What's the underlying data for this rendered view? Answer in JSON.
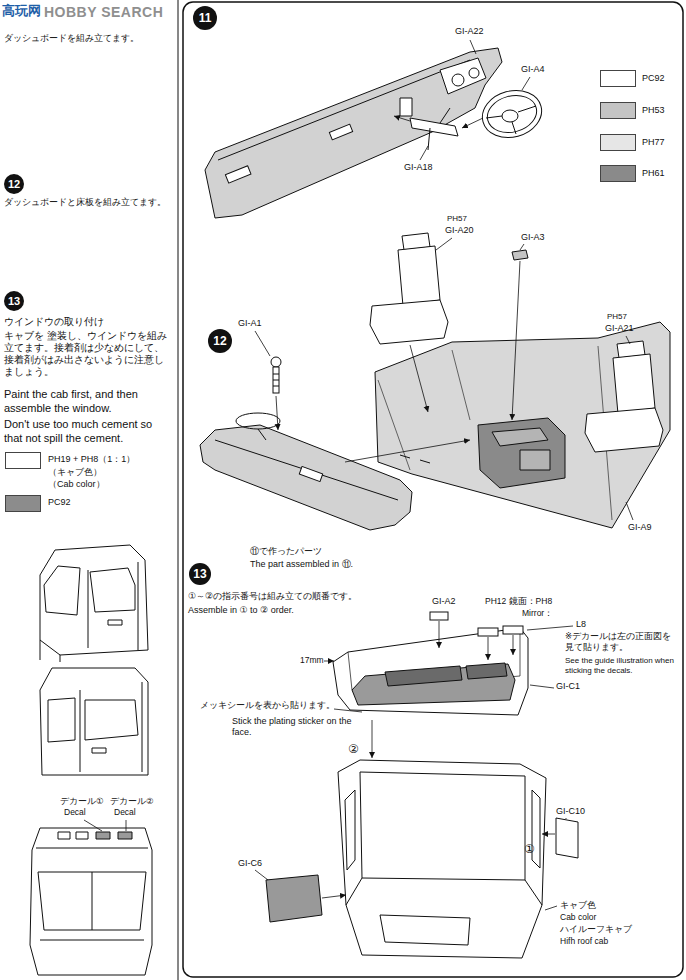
{
  "diagram": {
    "nodes": [
      {
        "text": [
          "12"
        ]
      },
      {
        "text": [
          "13"
        ]
      },
      {
        "text": [
          "11"
        ]
      },
      {
        "text": [
          "12"
        ]
      },
      {
        "text": [
          "13"
        ]
      }
    ],
    "labels": [
      "高玩网",
      "HOBBY SEARCH",
      "ダッシュボードを組み立てます。",
      "ダッシュボードと床板を組み立てます。",
      "ウインドウの取り付け",
      "キャブを 塗装し、ウインドウを組み立てます。接着剤は少なめにして、接着剤がはみ出さないように注意しましょう。",
      "Paint the cab first, and then assemble the window.",
      "Don't use too much cement so that not spill the cement.",
      "（キャブ色）",
      "（Cab color）",
      "デカール①",
      "Decal",
      "デカール②",
      "Decal",
      "GI-A22",
      "GI-A4",
      "GI-A18",
      "PH57",
      "GI-A20",
      "GI-A3",
      "PH57",
      "GI-A21",
      "GI-A1",
      "⑪で作ったパーツ",
      "The part assembled in ⑪.",
      "GI-A9",
      "①～②の指示番号は組み立ての順番です。",
      "Assemble in ① to ② order.",
      "GI-A2",
      "PH12 鏡面：PH8",
      "Mirror：",
      "L8",
      "※デカールは左の正面図を見て貼ります。",
      "See the guide illustration when sticking the decals.",
      "17mm",
      "GI-C1",
      "メッキシールを表から貼ります。",
      "Stick the plating sticker on the face.",
      "②",
      "GI-C10",
      "①",
      "GI-C6",
      "キャブ色",
      "Cab color",
      "ハイルーフキャブ",
      "Hifh roof cab"
    ],
    "legend": [
      {
        "text": "PH19 + PH8（1：1）",
        "color": "#ffffff"
      },
      {
        "text": "PC92",
        "color": "#8c8c8c"
      },
      {
        "text": "PC92",
        "color": "#ffffff"
      },
      {
        "text": "PH53",
        "color": "#c4c4c4"
      },
      {
        "text": "PH77",
        "color": "#e6e6e6"
      },
      {
        "text": "PH61",
        "color": "#8a8a8a"
      }
    ]
  }
}
